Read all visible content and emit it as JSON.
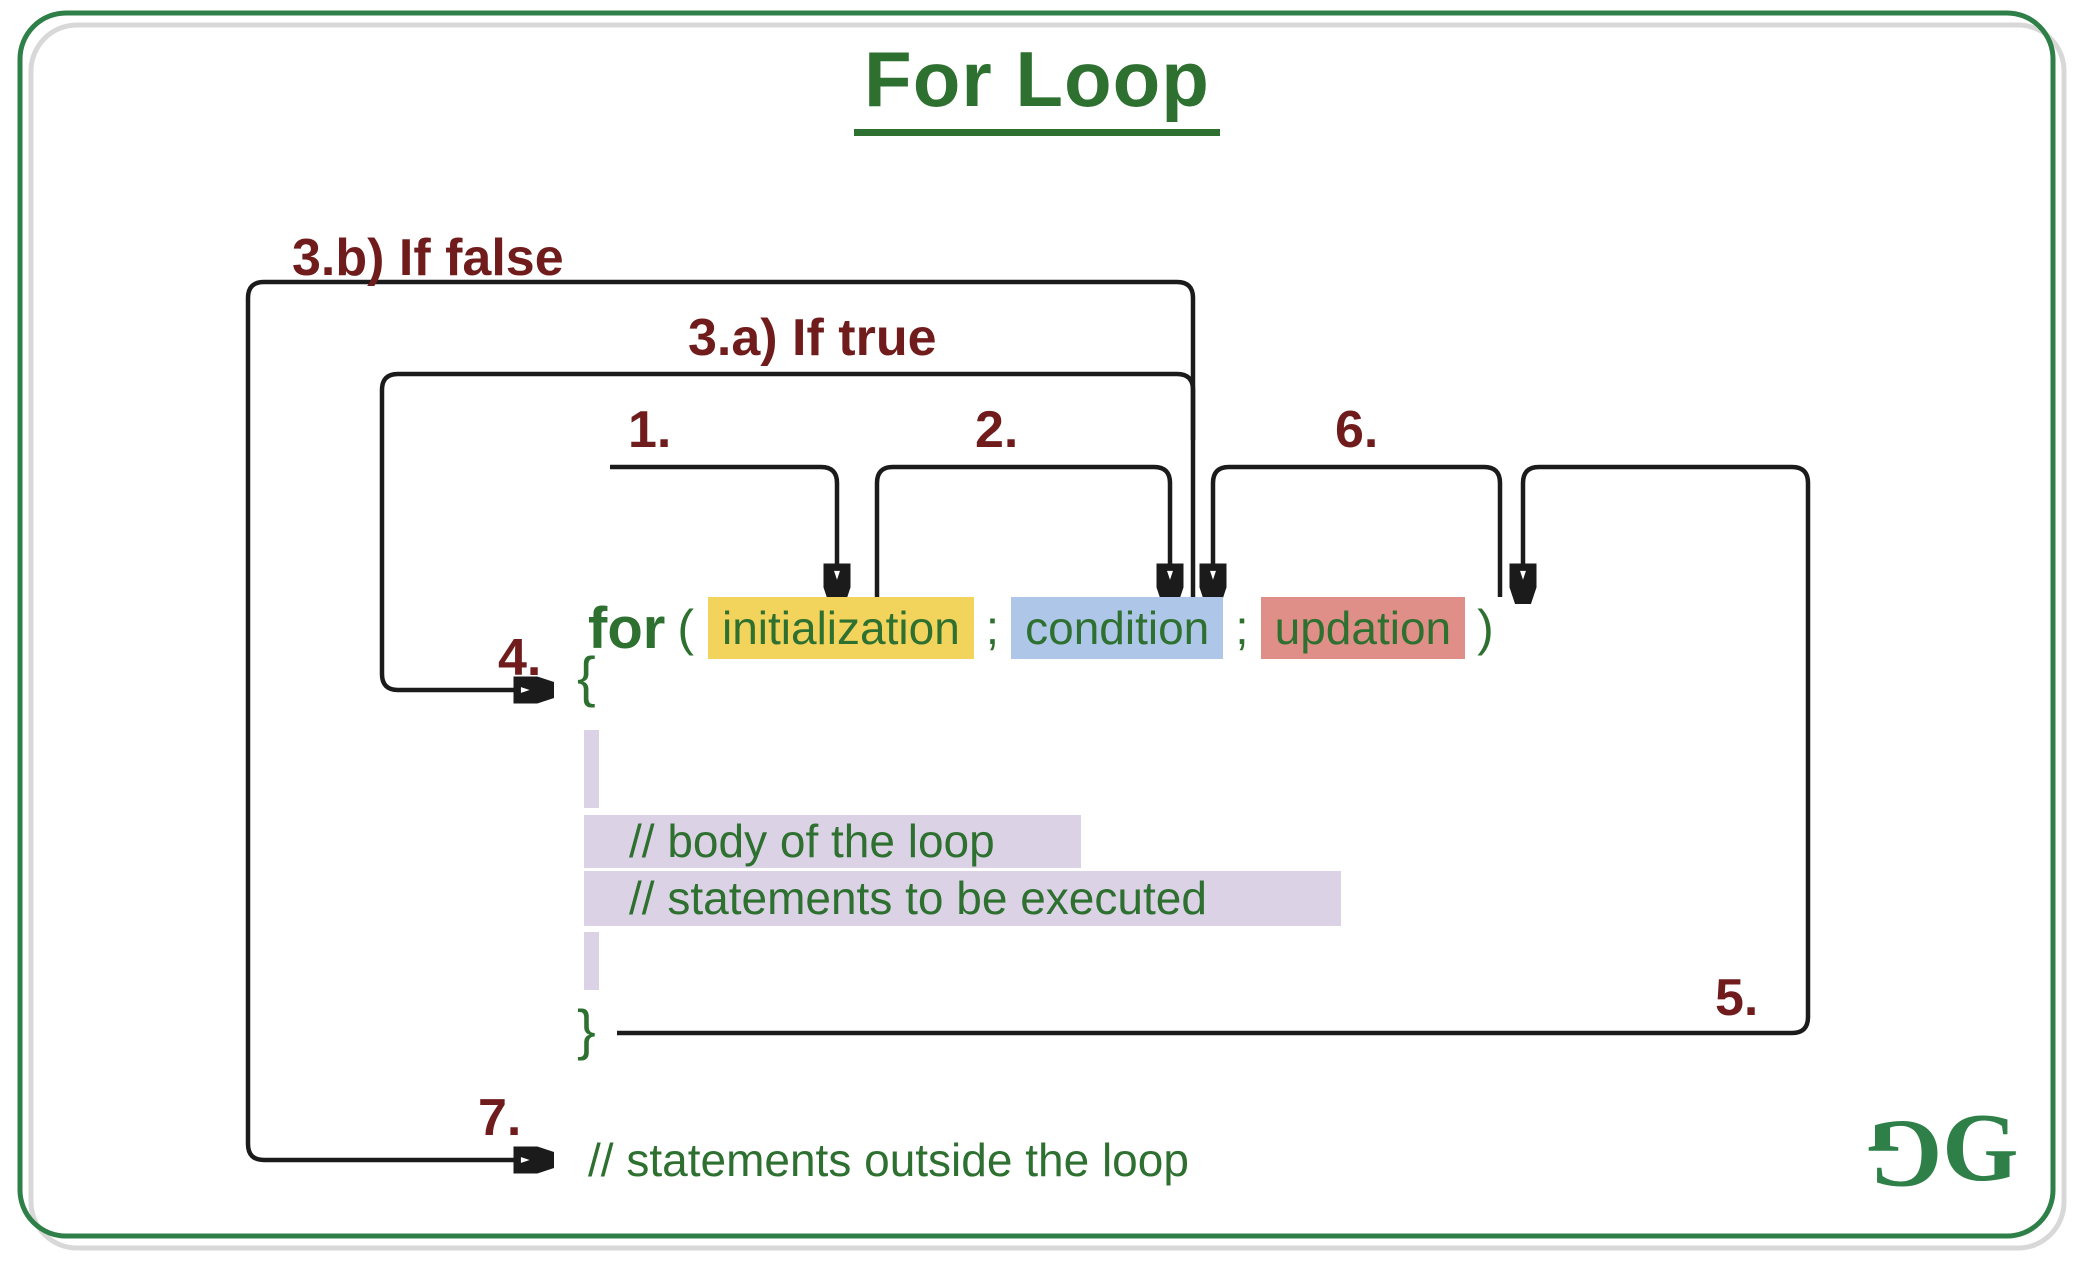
{
  "title": "For Loop",
  "colors": {
    "highlight_yellow": "#f2d35c",
    "highlight_blue": "#aec6e8",
    "highlight_red": "#df8f88",
    "highlight_lavender": "#dbd2e5",
    "text_green": "#2e7030",
    "label_maroon": "#701c1c",
    "border_green": "#2e8048",
    "shadow_gray": "#d8d8d8",
    "line_black": "#1b1b1b"
  },
  "steps": {
    "s1": "1.",
    "s2": "2.",
    "s3a": "3.a) If true",
    "s3b": "3.b) If false",
    "s4": "4.",
    "s5": "5.",
    "s6": "6.",
    "s7": "7."
  },
  "code": {
    "keyword": "for",
    "open_paren": "(",
    "init": "initialization",
    "semi1": ";",
    "condition": "condition",
    "semi2": ";",
    "updation": "updation",
    "close_paren": ")",
    "open_brace": "{",
    "body_line1": "// body of the loop",
    "body_line2": "// statements to be executed",
    "close_brace": "}",
    "outside": "// statements outside the loop"
  },
  "logo": {
    "g_left": "G",
    "g_right": "G"
  }
}
